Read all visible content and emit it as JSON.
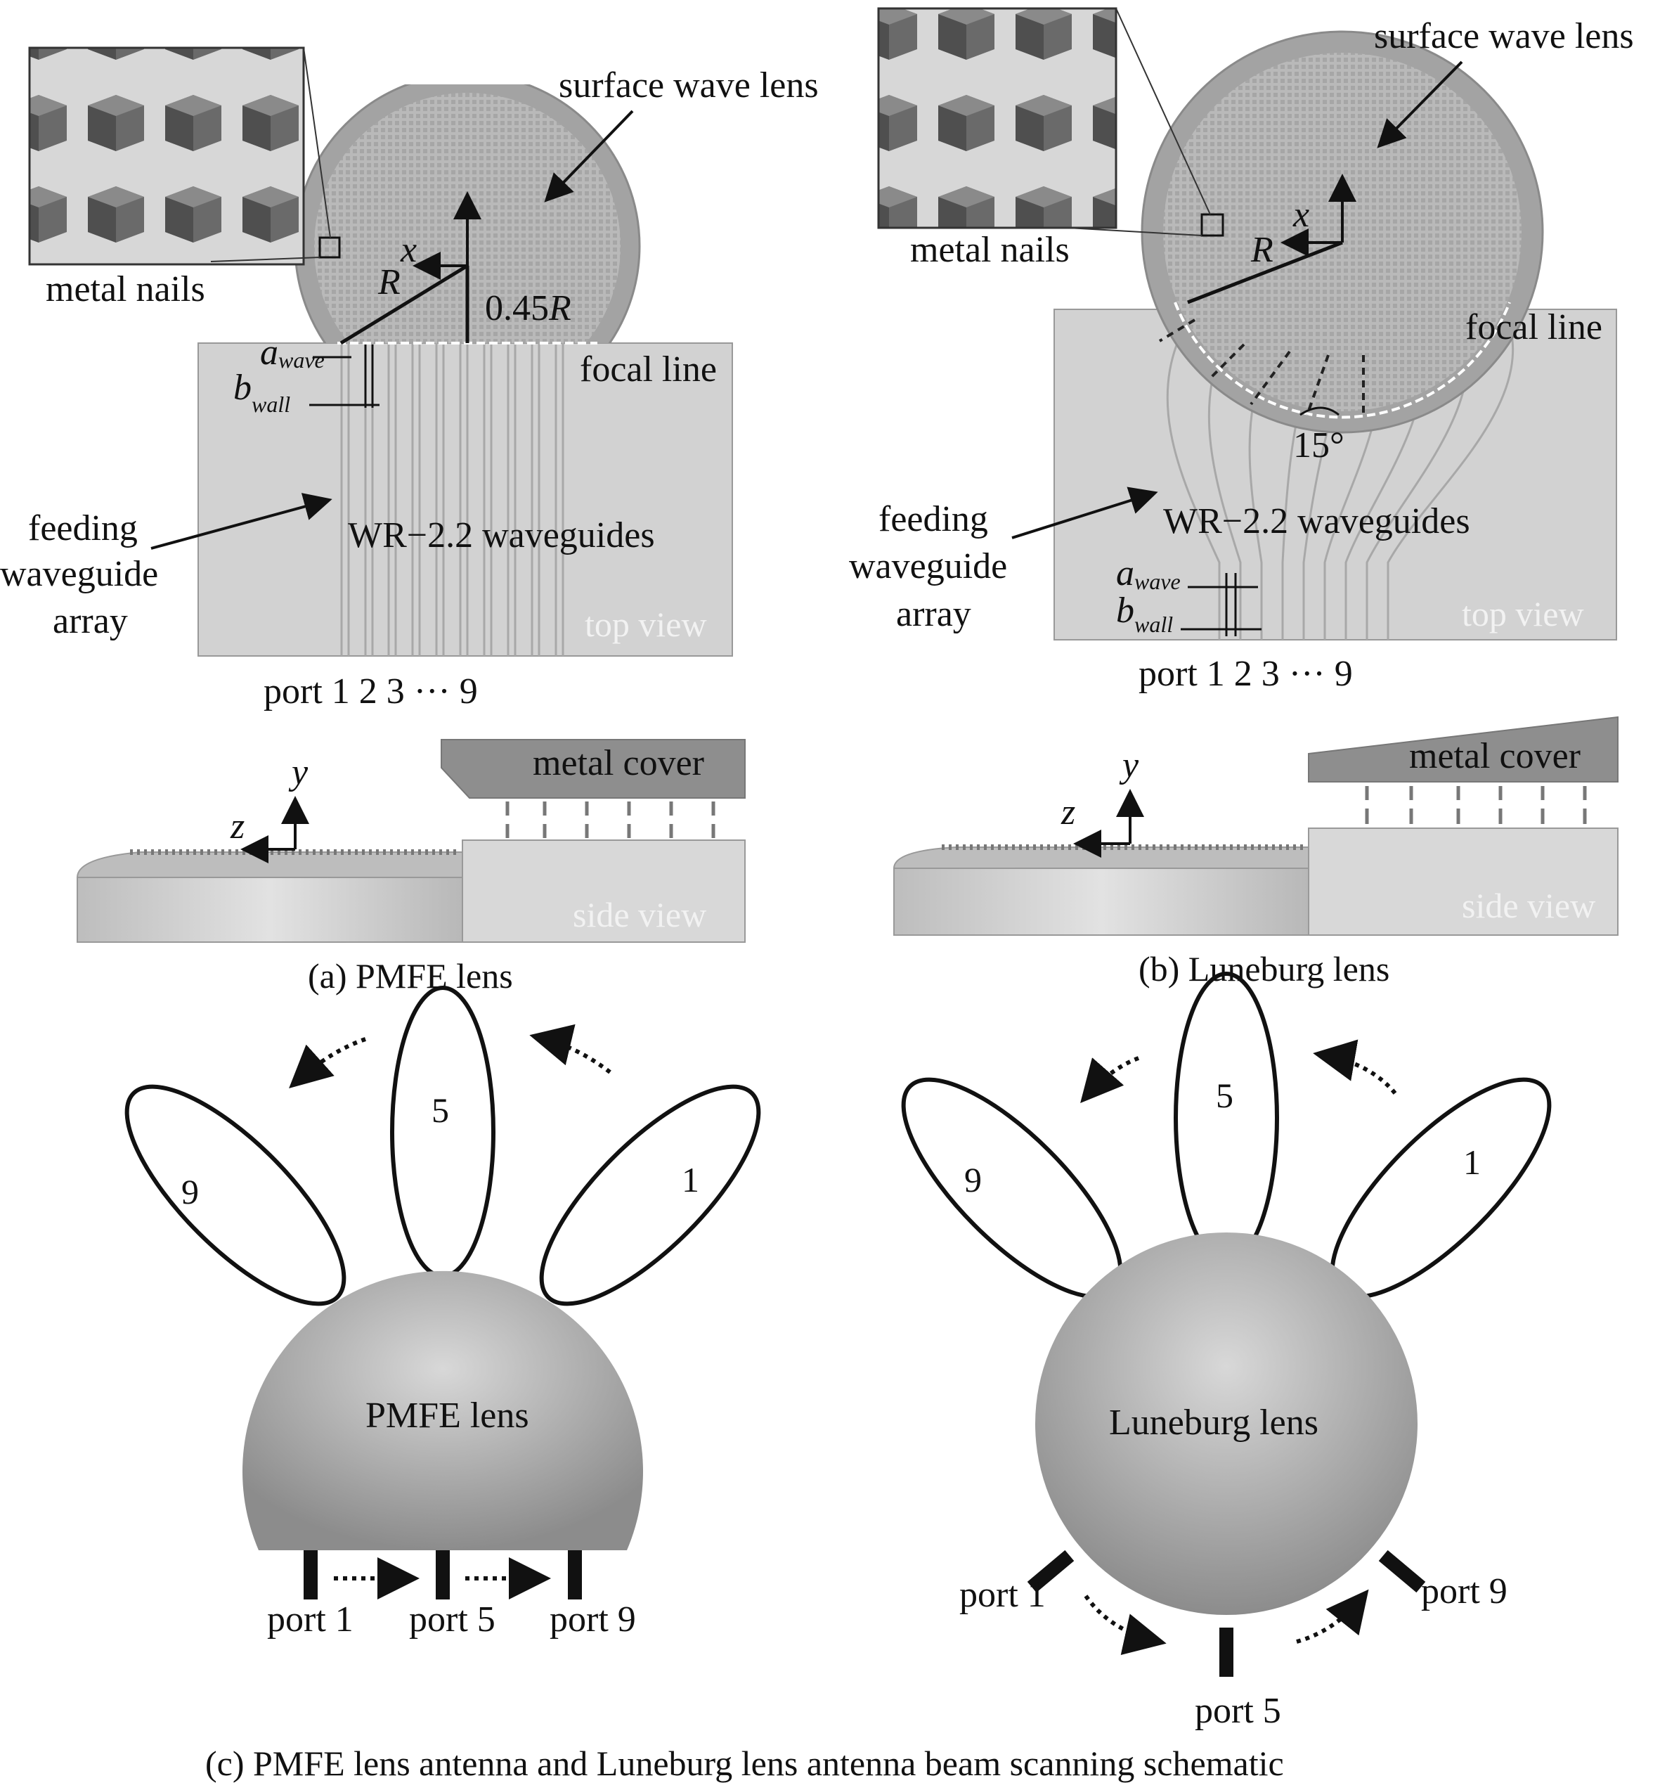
{
  "panel_a": {
    "surface_wave_lens": "surface wave lens",
    "metal_nails": "metal nails",
    "focal_line": "focal line",
    "radius_offset": "0.45",
    "radius_symbol": "R",
    "x_axis": "x",
    "z_axis": "z",
    "y_axis": "y",
    "a_symbol": "a",
    "a_sub": "wave",
    "b_symbol": "b",
    "b_sub": "wall",
    "feeding_line1": "feeding",
    "feeding_line2": "waveguide",
    "feeding_line3": "array",
    "waveguides": "WR−2.2 waveguides",
    "top_view": "top view",
    "ports": "port 1 2 3 ··· 9",
    "metal_cover": "metal cover",
    "side_view": "side view",
    "caption": "(a) PMFE lens"
  },
  "panel_b": {
    "surface_wave_lens": "surface wave lens",
    "metal_nails": "metal nails",
    "focal_line": "focal line",
    "radius_symbol": "R",
    "x_axis": "x",
    "z_axis": "z",
    "y_axis": "y",
    "angle": "15°",
    "a_symbol": "a",
    "a_sub": "wave",
    "b_symbol": "b",
    "b_sub": "wall",
    "feeding_line1": "feeding",
    "feeding_line2": "waveguide",
    "feeding_line3": "array",
    "waveguides": "WR−2.2 waveguides",
    "top_view": "top view",
    "ports": "port 1 2 3 ··· 9",
    "metal_cover": "metal cover",
    "side_view": "side view",
    "caption": "(b) Luneburg lens"
  },
  "panel_c": {
    "left": {
      "lens_label": "PMFE lens",
      "beam_9": "9",
      "beam_5": "5",
      "beam_1": "1",
      "port_1": "port 1",
      "port_5": "port 5",
      "port_9": "port 9"
    },
    "right": {
      "lens_label": "Luneburg lens",
      "beam_9": "9",
      "beam_5": "5",
      "beam_1": "1",
      "port_1": "port 1",
      "port_5": "port 5",
      "port_9": "port 9"
    },
    "caption": "(c) PMFE lens antenna and Luneburg lens antenna beam scanning schematic"
  },
  "colors": {
    "lens_fill": "#b5b5b5",
    "lens_rim": "#a0a0a0",
    "plate_fill": "#d0d0d0",
    "nail_dark": "#5f5f5f",
    "sphere_light": "#d2d2d2",
    "sphere_dark": "#8a8a8a"
  }
}
